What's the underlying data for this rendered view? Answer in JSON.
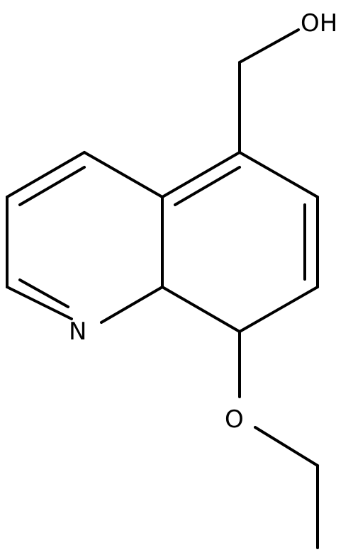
{
  "molecule": {
    "atoms": {
      "hydroxyl": "OH",
      "ring_nitrogen": "N",
      "ether_oxygen": "O"
    },
    "colors": {
      "bond": "#000000",
      "label": "#000000",
      "background": "#ffffff"
    }
  }
}
